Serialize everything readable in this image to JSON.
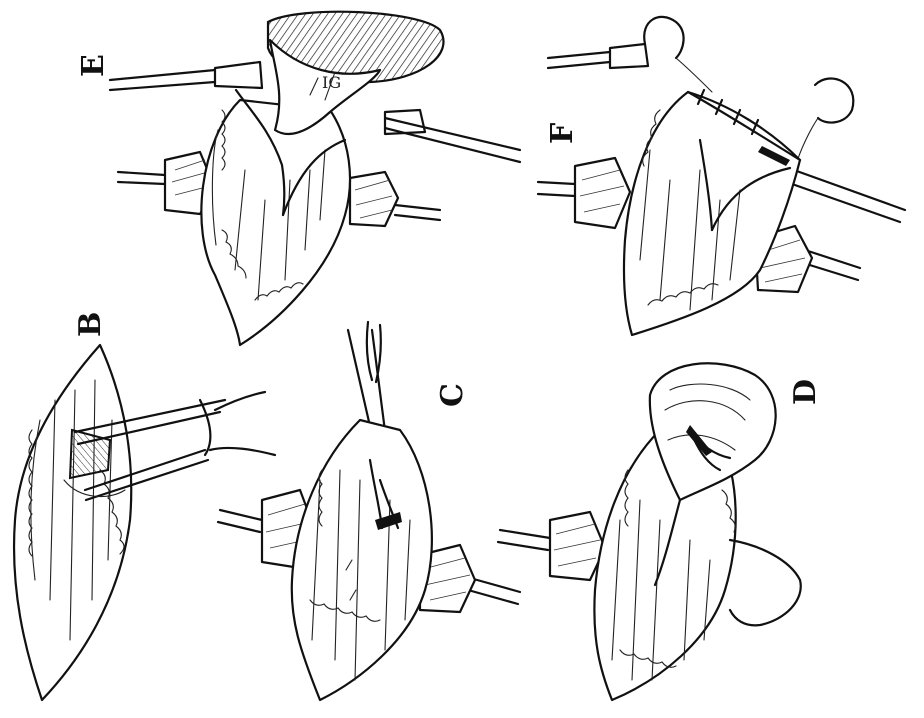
{
  "figure": {
    "panels": [
      {
        "id": "E",
        "label": "E"
      },
      {
        "id": "F",
        "label": "F"
      },
      {
        "id": "B",
        "label": "B"
      },
      {
        "id": "C",
        "label": "C"
      },
      {
        "id": "D",
        "label": "D"
      }
    ],
    "annotation_E": "IG"
  }
}
